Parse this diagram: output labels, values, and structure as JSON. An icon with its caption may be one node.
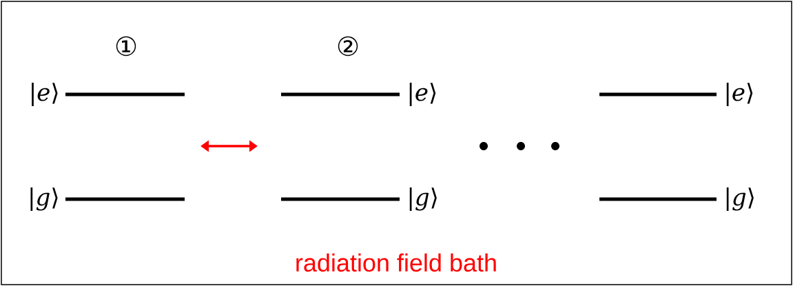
{
  "diagram": {
    "nodes": [
      {
        "text": [],
        "shape": "bar",
        "beside": [
          "|*e*⟩"
        ]
      },
      {
        "text": [],
        "shape": "bar",
        "beside": [
          "|*e*⟩"
        ]
      },
      {
        "text": [],
        "shape": "bar",
        "beside": [
          "|*e*⟩"
        ]
      },
      {
        "text": [],
        "shape": "bar",
        "beside": [
          "|*g*⟩"
        ]
      },
      {
        "text": [],
        "shape": "bar",
        "beside": [
          "|*g*⟩"
        ]
      },
      {
        "text": [],
        "shape": "bar",
        "beside": [
          "|*g*⟩"
        ]
      }
    ],
    "labels": [
      "①",
      "②",
      "radiation field bath"
    ]
  }
}
